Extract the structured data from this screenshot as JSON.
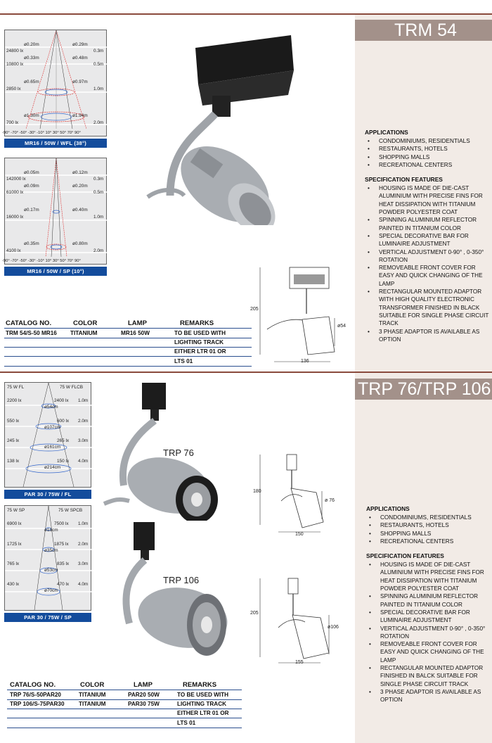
{
  "colors": {
    "accent_rule": "#8a4a3c",
    "banner_bg": "#a3918a",
    "side_bg": "#f2ebe6",
    "caption_bg": "#134c9c",
    "table_line": "#2a4e8e"
  },
  "trm": {
    "title": "TRM 54",
    "applications_heading": "APPLICATIONS",
    "applications": [
      "CONDOMINIUMS, RESIDENTIALS",
      "RESTAURANTS, HOTELS",
      "SHOPPING MALLS",
      "RECREATIONAL CENTERS"
    ],
    "spec_heading": "SPECIFICATION  FEATURES",
    "specs": [
      "HOUSING IS MADE OF DIE-CAST ALUMINIUM WITH PRECISE FINS FOR HEAT DISSIPATION WITH TITANIUM POWDER POLYESTER COAT",
      "SPINNING ALUMINIUM REFLECTOR PAINTED IN TITANIUM COLOR",
      "SPECIAL DECORATIVE BAR FOR LUMINAIRE ADJUSTMENT",
      "VERTICAL ADJUSTMENT 0-90° , 0-350° ROTATION",
      "REMOVEABLE FRONT COVER FOR EASY AND QUICK CHANGING OF THE LAMP",
      "RECTANGULAR MOUNTED ADAPTOR WITH HIGH QUALITY ELECTRONIC TRANSFORMER FINISHED IN BLACK SUITABLE FOR SINGLE PHASE CIRCUIT TRACK",
      "3 PHASE ADAPTOR IS AVAILABLE AS OPTION"
    ],
    "diagram1": {
      "caption": "MR16 / 50W / WFL (38°)",
      "rows": [
        {
          "lux": "24800  lx",
          "d1": "ø0.20m",
          "d2": "ø0.29m",
          "dist": "0.3m"
        },
        {
          "lux": "10800  lx",
          "d1": "ø0.33m",
          "d2": "ø0.48m",
          "dist": "0.5m"
        },
        {
          "lux": "2850  lx",
          "d1": "ø0.65m",
          "d2": "ø0.97m",
          "dist": "1.0m"
        },
        {
          "lux": "700  lx",
          "d1": "ø1.30m",
          "d2": "ø1.94m",
          "dist": "2.0m"
        }
      ],
      "angles": "-90° -70° -50° -30° -10°  10°  30°  50°  70°  90°"
    },
    "diagram2": {
      "caption": "MR16 / 50W / SP (10°)",
      "rows": [
        {
          "lux": "142000  lx",
          "d1": "ø0.05m",
          "d2": "ø0.12m",
          "dist": "0.3m"
        },
        {
          "lux": "61000  lx",
          "d1": "ø0.09m",
          "d2": "ø0.20m",
          "dist": "0.5m"
        },
        {
          "lux": "16000  lx",
          "d1": "ø0.17m",
          "d2": "ø0.40m",
          "dist": "1.0m"
        },
        {
          "lux": "4100  lx",
          "d1": "ø0.35m",
          "d2": "ø0.80m",
          "dist": "2.0m"
        }
      ],
      "angles": "-90° -70° -50° -30° -10°  10°  30°  50°  70°  90°"
    },
    "dims": {
      "height": "205",
      "width": "136",
      "dia": "ø54"
    },
    "table": {
      "headers": [
        "CATALOG NO.",
        "COLOR",
        "LAMP",
        "REMARKS"
      ],
      "catalog": "TRM 54/S-50 MR16",
      "color": "TITANIUM",
      "lamp": "MR16 50W",
      "remarks": [
        "TO BE USED WITH",
        "LIGHTING TRACK",
        "EITHER LTR 01 OR",
        "LTS 01"
      ]
    }
  },
  "trp": {
    "title": "TRP 76/TRP 106",
    "label76": "TRP 76",
    "label106": "TRP 106",
    "applications_heading": "APPLICATIONS",
    "applications": [
      "CONDOMINIUMS, RESIDENTIALS",
      "RESTAURANTS, HOTELS",
      "SHOPPING MALLS",
      "RECREATIONAL CENTERS"
    ],
    "spec_heading": "SPECIFICATION  FEATURES",
    "specs": [
      "HOUSING IS MADE OF DIE-CAST ALUMINIUM WITH PRECISE FINS FOR HEAT DISSIPATION WITH TITANIUM POWDER POLYESTER COAT",
      "SPINNING ALUMINIUM REFLECTOR PAINTED IN TITANIUM COLOR",
      "SPECIAL DECORATIVE BAR FOR LUMINAIRE ADJUSTMENT",
      "VERTICAL ADJUSTMENT 0-90° , 0-350° ROTATION",
      "REMOVEABLE FRONT COVER FOR EASY AND QUICK CHANGING OF THE LAMP",
      "RECTANGULAR MOUNTED ADAPTOR FINISHED IN BALCK SUITABLE FOR SINGLE PHASE CIRCUIT TRACK",
      "3 PHASE ADAPTOR IS AVAILABLE AS OPTION"
    ],
    "diagram1": {
      "caption": "PAR 30 / 75W / FL",
      "left_head": "75  W FL",
      "right_head": "75  W FLCB",
      "rows": [
        {
          "lux": "2200  lx",
          "lux2": "2400  lx",
          "dist": "1.0m",
          "dia": "ø54cm"
        },
        {
          "lux": "550  lx",
          "lux2": "600  lx",
          "dist": "2.0m",
          "dia": "ø107cm"
        },
        {
          "lux": "245  lx",
          "lux2": "265  lx",
          "dist": "3.0m",
          "dia": "ø161cm"
        },
        {
          "lux": "138  lx",
          "lux2": "150  lx",
          "dist": "4.0m",
          "dia": "ø214cm"
        }
      ]
    },
    "diagram2": {
      "caption": "PAR 30 / 75W / SP",
      "left_head": "75  W SP",
      "right_head": "75  W SPCB",
      "rows": [
        {
          "lux": "6900  lx",
          "lux2": "7500  lx",
          "dist": "1.0m",
          "dia": "ø18cm"
        },
        {
          "lux": "1725  lx",
          "lux2": "1875  lx",
          "dist": "2.0m",
          "dia": "ø35cm"
        },
        {
          "lux": "765  lx",
          "lux2": "835  lx",
          "dist": "3.0m",
          "dia": "ø53cm"
        },
        {
          "lux": "430  lx",
          "lux2": "470  lx",
          "dist": "4.0m",
          "dia": "ø70cm"
        }
      ]
    },
    "dims76": {
      "height": "180",
      "width": "150",
      "dia": "ø 76"
    },
    "dims106": {
      "height": "205",
      "width": "155",
      "dia": "ø106"
    },
    "table": {
      "headers": [
        "CATALOG NO.",
        "COLOR",
        "LAMP",
        "REMARKS"
      ],
      "rows": [
        {
          "catalog": "TRP 76/S-50PAR20",
          "color": "TITANIUM",
          "lamp": "PAR20 50W",
          "remark": "TO BE USED WITH"
        },
        {
          "catalog": "TRP 106/S-75PAR30",
          "color": "TITANIUM",
          "lamp": "PAR30 75W",
          "remark": "LIGHTING TRACK"
        }
      ],
      "remarks_extra": [
        "EITHER LTR 01 OR",
        "LTS 01"
      ]
    }
  }
}
